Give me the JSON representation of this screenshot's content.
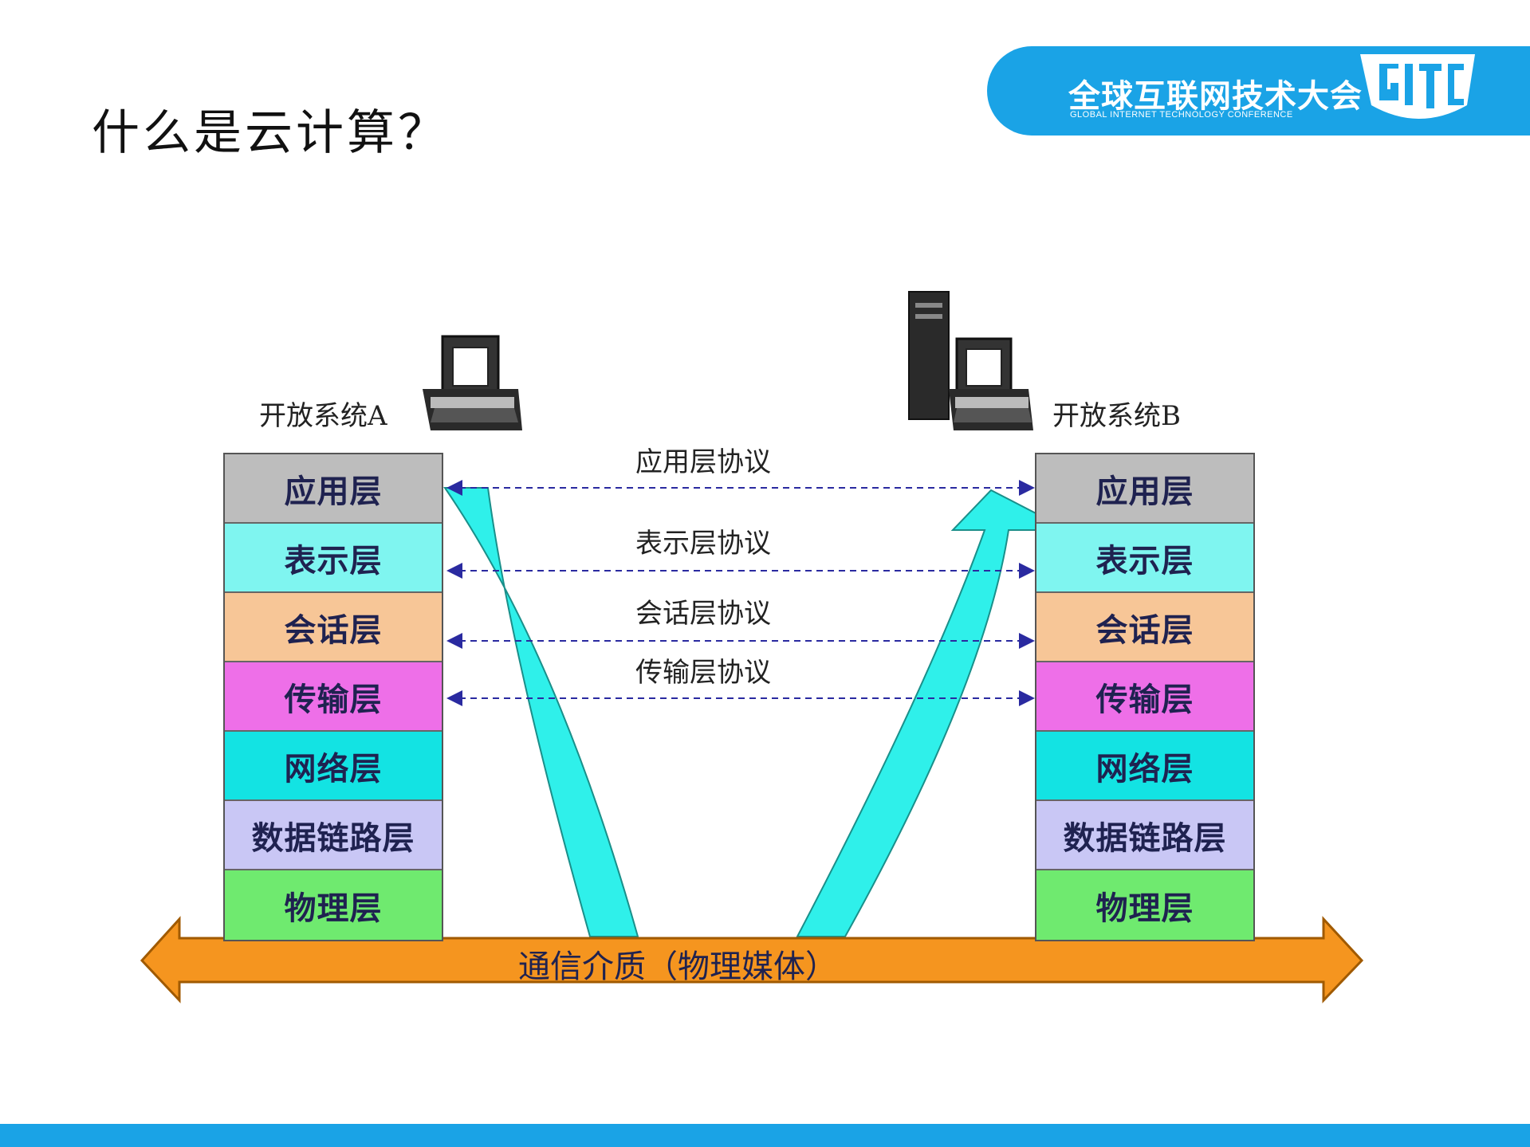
{
  "slide": {
    "title": "什么是云计算？"
  },
  "logo": {
    "name_cn": "全球互联网技术大会",
    "name_en": "GLOBAL INTERNET TECHNOLOGY CONFERENCE",
    "mark_text": "GITC"
  },
  "diagram": {
    "system_a_label": "开放系统A",
    "system_b_label": "开放系统B",
    "layers": [
      {
        "label": "应用层",
        "color": "#bdbdbd"
      },
      {
        "label": "表示层",
        "color": "#7ff5f0"
      },
      {
        "label": "会话层",
        "color": "#f7c697"
      },
      {
        "label": "传输层",
        "color": "#ee6fe8"
      },
      {
        "label": "网络层",
        "color": "#13e3e3"
      },
      {
        "label": "数据链路层",
        "color": "#c9c7f5"
      },
      {
        "label": "物理层",
        "color": "#6fea6f"
      }
    ],
    "protocols": [
      {
        "label": "应用层协议"
      },
      {
        "label": "表示层协议"
      },
      {
        "label": "会话层协议"
      },
      {
        "label": "传输层协议"
      }
    ],
    "medium_label": "通信介质（物理媒体）",
    "colors": {
      "flow_arrow": "#2ff0ea",
      "medium_arrow": "#f5951f",
      "protocol_line": "#2a2aa0",
      "accent_bar": "#1aa3e6"
    }
  }
}
